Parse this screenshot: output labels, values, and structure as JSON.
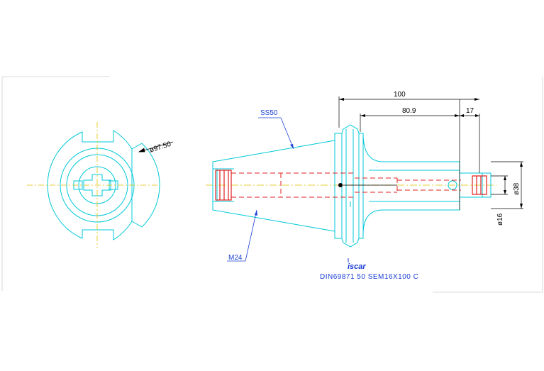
{
  "dimensions": {
    "overall_length": "100",
    "length_a": "80.9",
    "length_b": "17",
    "flange_diameter": "ø97.50",
    "body_diameter": "ø38",
    "bore_diameter": "ø16"
  },
  "labels": {
    "taper": "SS50",
    "thread": "M24"
  },
  "logo": {
    "text": "iscar"
  },
  "caption": "DIN69871  50  SEM16X100  C",
  "colors": {
    "outline": "#00c8d8",
    "hidden": "#e02020",
    "centerline": "#e0c000",
    "annotation": "#1a3fd6",
    "dimension": "#000000"
  }
}
